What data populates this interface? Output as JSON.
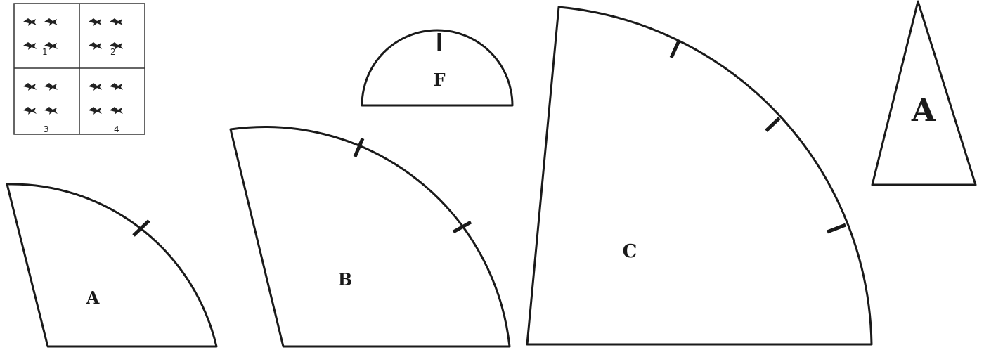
{
  "legend_grid": {
    "quadrants": [
      {
        "number": "1"
      },
      {
        "number": "2"
      },
      {
        "number": "3"
      },
      {
        "number": "4"
      }
    ],
    "motif_icon": "bird-icon"
  },
  "pieces": {
    "piece_f_semicircle": {
      "label": "F",
      "tick_marks": 1
    },
    "piece_a_quarter": {
      "label": "A",
      "tick_marks": 1
    },
    "piece_b_quarter": {
      "label": "B",
      "tick_marks": 2
    },
    "piece_c_quarter": {
      "label": "C",
      "tick_marks": 3
    },
    "piece_a_triangle": {
      "label": "A",
      "tick_marks": 0
    }
  },
  "colors": {
    "stroke": "#1a1a1a",
    "fill": "#ffffff"
  }
}
